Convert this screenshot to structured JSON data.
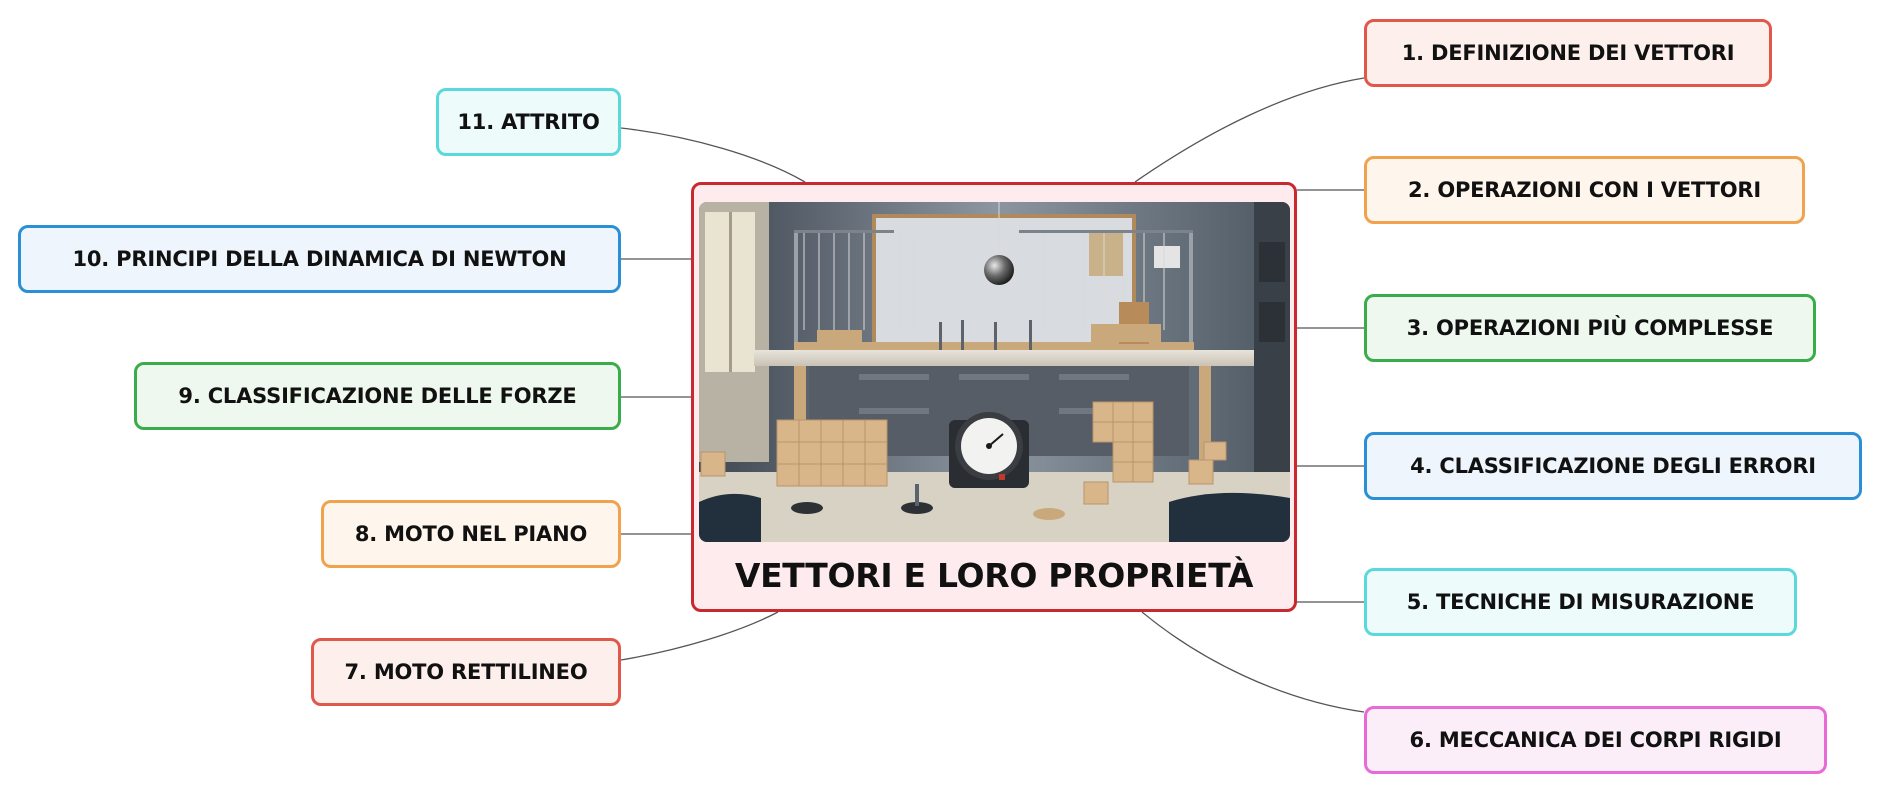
{
  "central_topic": {
    "title": "VETTORI E LORO PROPRIETÀ",
    "border_color": "#c8282e",
    "fill_color": "#fdebed"
  },
  "branches": [
    {
      "id": "1",
      "label": "1. DEFINIZIONE DEI VETTORI",
      "side": "right",
      "border_color": "#e0584a",
      "fill_color": "#fdf0ec"
    },
    {
      "id": "2",
      "label": "2. OPERAZIONI CON I VETTORI",
      "side": "right",
      "border_color": "#f0a24e",
      "fill_color": "#fef5ec"
    },
    {
      "id": "3",
      "label": "3. OPERAZIONI PIÙ COMPLESSE",
      "side": "right",
      "border_color": "#3aac4a",
      "fill_color": "#eff8ef"
    },
    {
      "id": "4",
      "label": "4. CLASSIFICAZIONE DEGLI ERRORI",
      "side": "right",
      "border_color": "#2b8fd6",
      "fill_color": "#eef5fd"
    },
    {
      "id": "5",
      "label": "5. TECNICHE DI MISURAZIONE",
      "side": "right",
      "border_color": "#5ad8dc",
      "fill_color": "#eefbfb"
    },
    {
      "id": "6",
      "label": "6. MECCANICA DEI CORPI RIGIDI",
      "side": "right",
      "border_color": "#e86ad6",
      "fill_color": "#fbeef9"
    },
    {
      "id": "7",
      "label": "7. MOTO RETTILINEO",
      "side": "left",
      "border_color": "#e0584a",
      "fill_color": "#fdf0ec"
    },
    {
      "id": "8",
      "label": "8. MOTO NEL PIANO",
      "side": "left",
      "border_color": "#f0a24e",
      "fill_color": "#fef5ec"
    },
    {
      "id": "9",
      "label": "9. CLASSIFICAZIONE DELLE FORZE",
      "side": "left",
      "border_color": "#3aac4a",
      "fill_color": "#eff8ef"
    },
    {
      "id": "10",
      "label": "10. PRINCIPI DELLA DINAMICA DI NEWTON",
      "side": "left",
      "border_color": "#2b8fd6",
      "fill_color": "#eef5fd"
    },
    {
      "id": "11",
      "label": "11. ATTRITO",
      "side": "left",
      "border_color": "#5ad8dc",
      "fill_color": "#eefbfb"
    }
  ],
  "connector_color": "#555555"
}
